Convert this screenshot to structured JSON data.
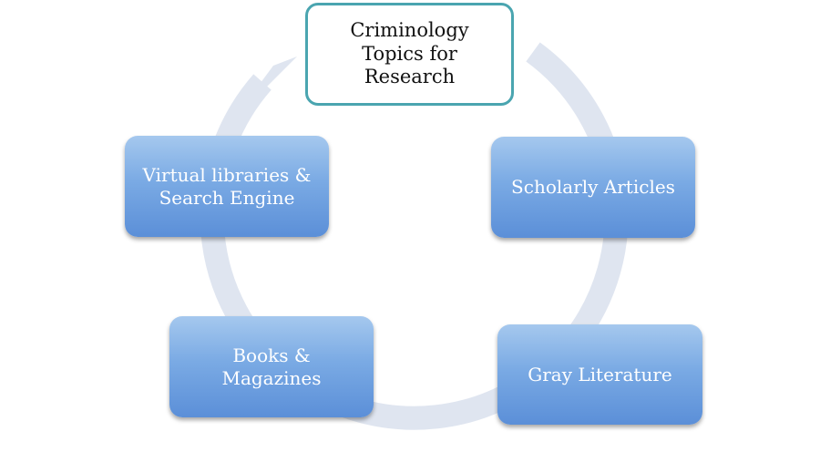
{
  "diagram": {
    "center_node": {
      "lines": [
        "Criminology",
        "Topics for",
        "Research"
      ],
      "border_color": "#4aa5b0"
    },
    "nodes": [
      {
        "id": "scholarly-articles",
        "lines": [
          "Scholarly Articles"
        ]
      },
      {
        "id": "gray-literature",
        "lines": [
          "Gray Literature"
        ]
      },
      {
        "id": "books-magazines",
        "lines": [
          "Books &",
          "Magazines"
        ]
      },
      {
        "id": "virtual-libraries",
        "lines": [
          "Virtual libraries &",
          "Search Engine"
        ]
      }
    ],
    "colors": {
      "node_fill_top": "#a5c8ee",
      "node_fill_bottom": "#5b8fd8",
      "ring": "#dfe5f0",
      "node_text": "#ffffff"
    }
  }
}
